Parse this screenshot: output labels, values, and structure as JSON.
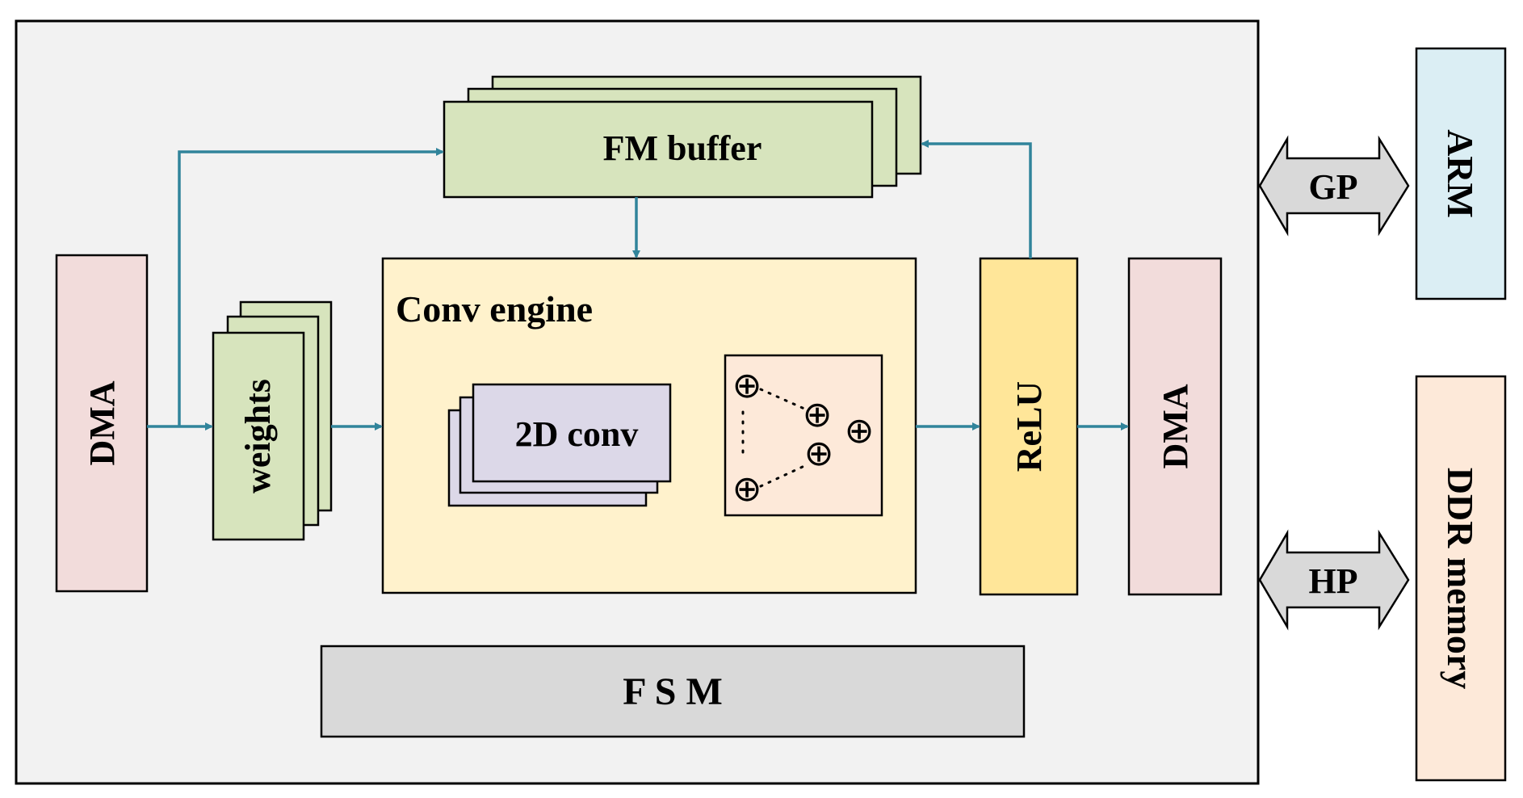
{
  "blocks": {
    "dma_in": "DMA",
    "weights": "weights",
    "fm_buffer": "FM buffer",
    "conv_engine": "Conv engine",
    "conv2d": "2D conv",
    "relu": "ReLU",
    "dma_out": "DMA",
    "fsm": "F S M",
    "arm": "ARM",
    "ddr": "DDR memory"
  },
  "ports": {
    "gp": "GP",
    "hp": "HP"
  },
  "adder_symbol": "⊕",
  "colors": {
    "fpga_bg": "#f2f2f2",
    "dma": "#f2dcdb",
    "weights": "#d7e4bd",
    "fm_buffer": "#d7e4bd",
    "conv_engine": "#fff2cc",
    "conv2d": "#dcd8e8",
    "adder_tree": "#fde9d9",
    "relu": "#ffe699",
    "fsm": "#d9d9d9",
    "arm": "#dbeef4",
    "ddr": "#fde9d9",
    "port_arrow": "#d9d9d9",
    "wire": "#31849b"
  }
}
